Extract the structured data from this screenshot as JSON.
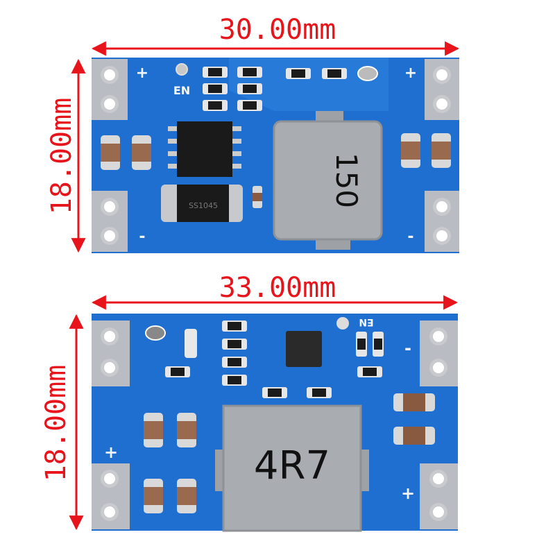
{
  "top_board": {
    "width_label": "30.00mm",
    "height_label": "18.00mm",
    "inductor_marking": "150",
    "diode_marking": "SS1045",
    "enable_label": "EN",
    "plus_label": "+",
    "minus_label": "-"
  },
  "bottom_board": {
    "width_label": "33.00mm",
    "height_label": "18.00mm",
    "inductor_marking": "4R7",
    "enable_label": "EN",
    "plus_label": "+",
    "minus_label": "-"
  },
  "colors": {
    "dimension": "#e8141b",
    "pcb": "#1f6fd0",
    "pad": "#b9bcc2",
    "inductor": "#a9acb1",
    "capacitor": "#9a6a4e"
  }
}
